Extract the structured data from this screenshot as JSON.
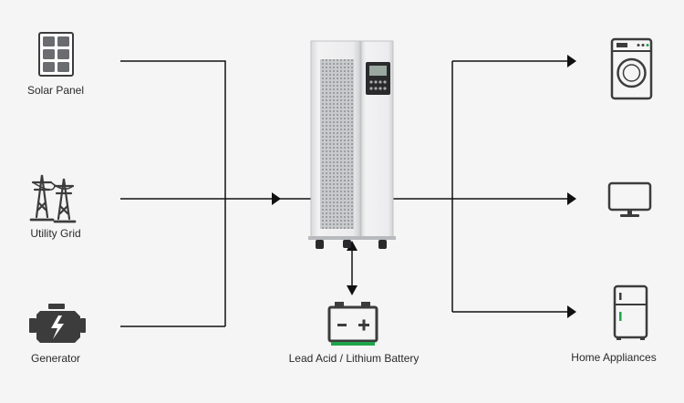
{
  "sources": [
    {
      "id": "solar",
      "label": "Solar Panel",
      "icon": "solar-panel-icon"
    },
    {
      "id": "grid",
      "label": "Utility Grid",
      "icon": "power-pylon-icon"
    },
    {
      "id": "generator",
      "label": "Generator",
      "icon": "generator-engine-icon"
    }
  ],
  "inverter": {
    "icon": "inverter-cabinet-icon"
  },
  "storage": {
    "label": "Lead Acid / Lithium Battery",
    "icon": "battery-icon"
  },
  "loads": {
    "label": "Home Appliances",
    "items": [
      {
        "id": "washer",
        "icon": "washing-machine-icon"
      },
      {
        "id": "tv",
        "icon": "monitor-icon"
      },
      {
        "id": "fridge",
        "icon": "refrigerator-icon"
      }
    ]
  },
  "colors": {
    "background": "#f5f5f6",
    "line": "#111111",
    "icon_gray": "#3c3c3c",
    "accent_green": "#1fa64b",
    "cabinet": "#e6e7e9"
  }
}
